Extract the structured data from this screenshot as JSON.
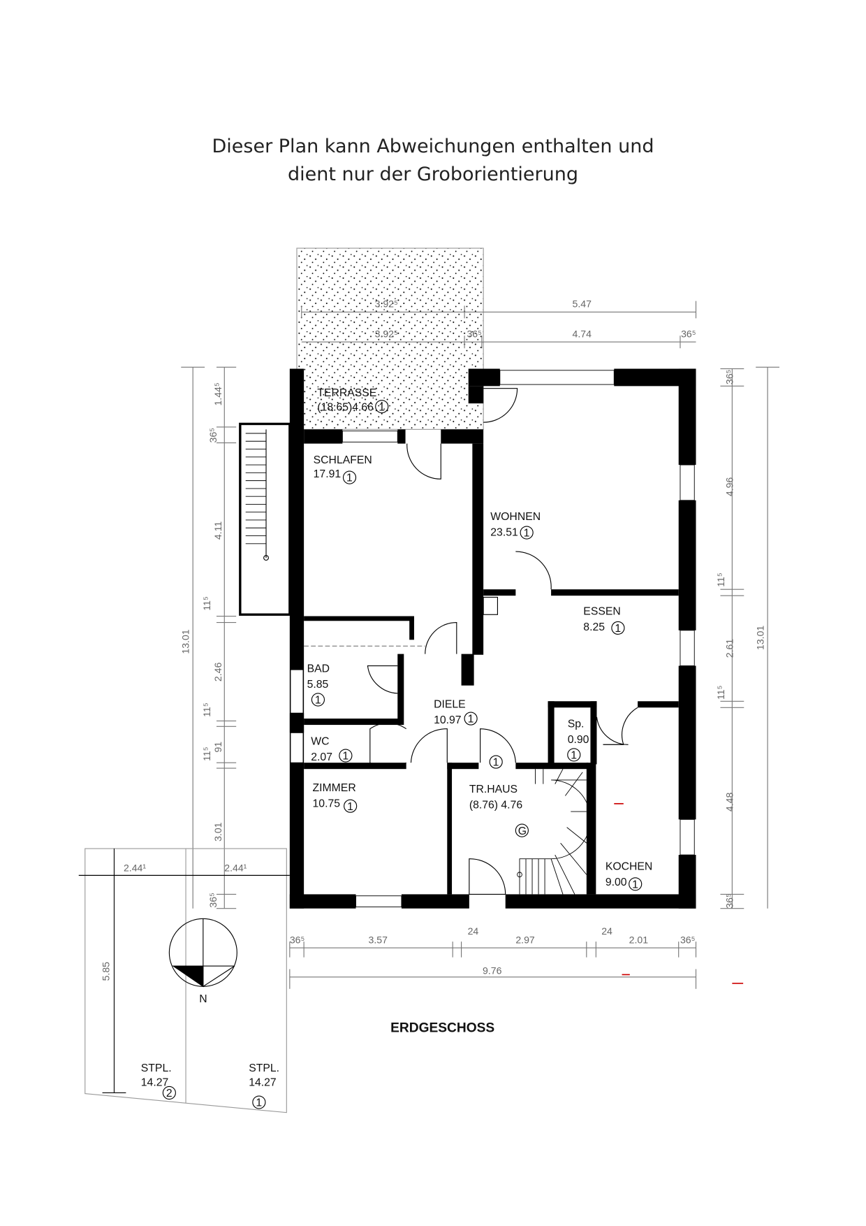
{
  "note": {
    "line1": "Dieser Plan kann Abweichungen enthalten und",
    "line2": "dient nur der Groborientierung"
  },
  "floor_title": "ERDGESCHOSS",
  "north_label": "N",
  "rooms": [
    {
      "name": "TERRASSE",
      "area": "(18.65)4.66",
      "unit": "1"
    },
    {
      "name": "SCHLAFEN",
      "area": "17.91",
      "unit": "1"
    },
    {
      "name": "WOHNEN",
      "area": "23.51",
      "unit": "1"
    },
    {
      "name": "ESSEN",
      "area": "8.25",
      "unit": "1"
    },
    {
      "name": "BAD",
      "area": "5.85",
      "unit": "1"
    },
    {
      "name": "DIELE",
      "area": "10.97",
      "unit": "1"
    },
    {
      "name": "Sp.",
      "area": "0.90",
      "unit": "1"
    },
    {
      "name": "WC",
      "area": "2.07",
      "unit": "1"
    },
    {
      "name": "ZIMMER",
      "area": "10.75",
      "unit": "1"
    },
    {
      "name": "TR.HAUS",
      "area": "(8.76) 4.76",
      "unit": "1"
    },
    {
      "name": "KOCHEN",
      "area": "9.00",
      "unit": "1"
    },
    {
      "name": "STPL.",
      "area": "14.27",
      "unit": "2"
    },
    {
      "name": "STPL.",
      "area": "14.27",
      "unit": "1"
    }
  ],
  "extra_marks": {
    "diele_unit2": "1",
    "stair_g": "G"
  },
  "dimensions": {
    "top1": [
      "3.92⁵",
      "5.47"
    ],
    "top2": [
      "3.92⁵",
      "36⁵",
      "4.74",
      "36⁵"
    ],
    "bottom1": [
      "36⁵",
      "3.57",
      "24",
      "2.97",
      "24",
      "2.01",
      "36⁵"
    ],
    "bottom_total": "9.76",
    "left": [
      "1.44⁵",
      "36⁵",
      "4.11",
      "11⁵",
      "2.46",
      "11⁵",
      "91",
      "11⁵",
      "3.01",
      "36⁵"
    ],
    "left_total": "13.01",
    "right": [
      "36⁵",
      "4.96",
      "11⁵",
      "2.61",
      "11⁵",
      "4.48",
      "36⁵"
    ],
    "right_total": "13.01",
    "parking_w": [
      "2.44¹",
      "2.44¹"
    ],
    "parking_h": "5.85"
  }
}
